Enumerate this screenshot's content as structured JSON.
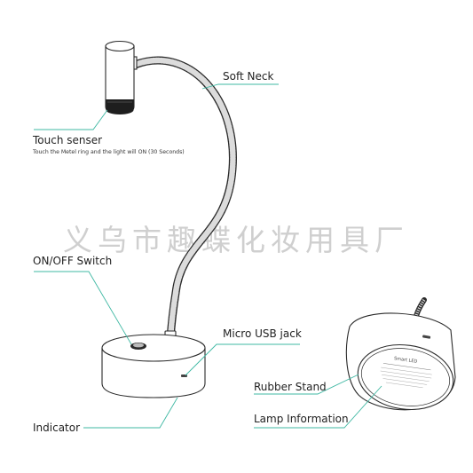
{
  "watermark": "义乌市趣蝶化妆用具厂",
  "labels": {
    "soft_neck": "Soft Neck",
    "touch_sensor": "Touch senser",
    "touch_sensor_note": "Touch the Metel ring and the light will ON (30 Seconds)",
    "on_off_switch": "ON/OFF Switch",
    "micro_usb": "Micro USB jack",
    "indicator": "Indicator",
    "rubber_stand": "Rubber Stand",
    "lamp_information": "Lamp Information"
  },
  "base_label": {
    "brand": "Smart LED"
  },
  "colors": {
    "callout_line": "#3fb8a3",
    "ink": "#2a2a2a",
    "watermark": "#cfcfcf"
  }
}
